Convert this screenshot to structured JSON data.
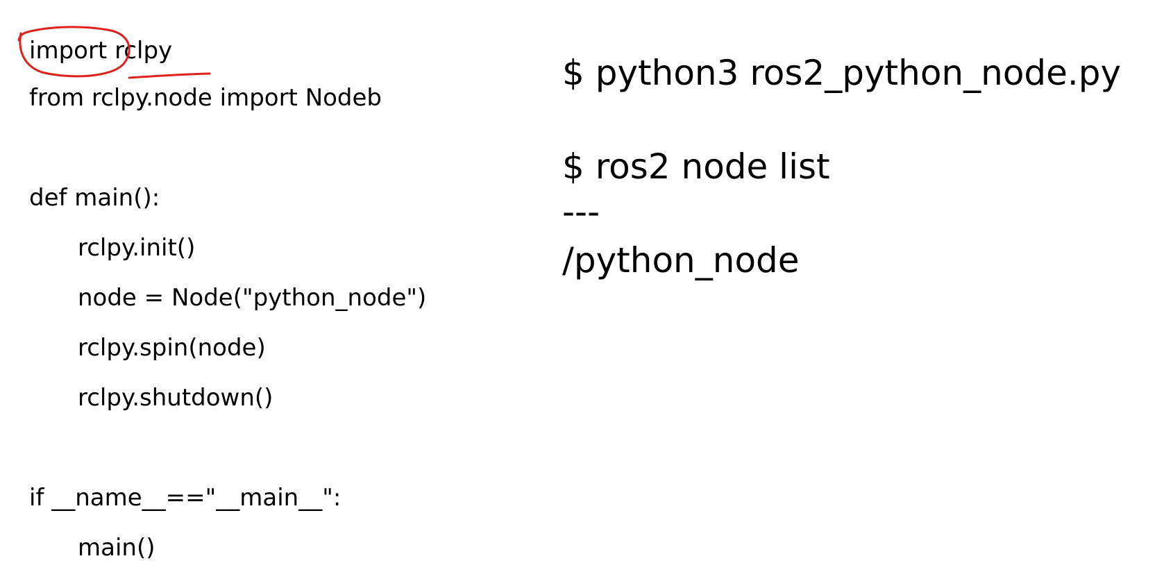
{
  "code": {
    "lines": [
      "import rclpy",
      "from rclpy.node import Nodeb",
      "def main():",
      "rclpy.init()",
      "node = Node(\"python_node\")",
      "rclpy.spin(node)",
      "rclpy.shutdown()",
      "if __name__==\"__main__\":",
      "main()"
    ]
  },
  "terminal": {
    "command1": "$ python3 ros2_python_node.py",
    "command2": "$ ros2 node list",
    "separator": "---",
    "output": "/python_node"
  },
  "annotation": {
    "color": "#e0201b"
  }
}
